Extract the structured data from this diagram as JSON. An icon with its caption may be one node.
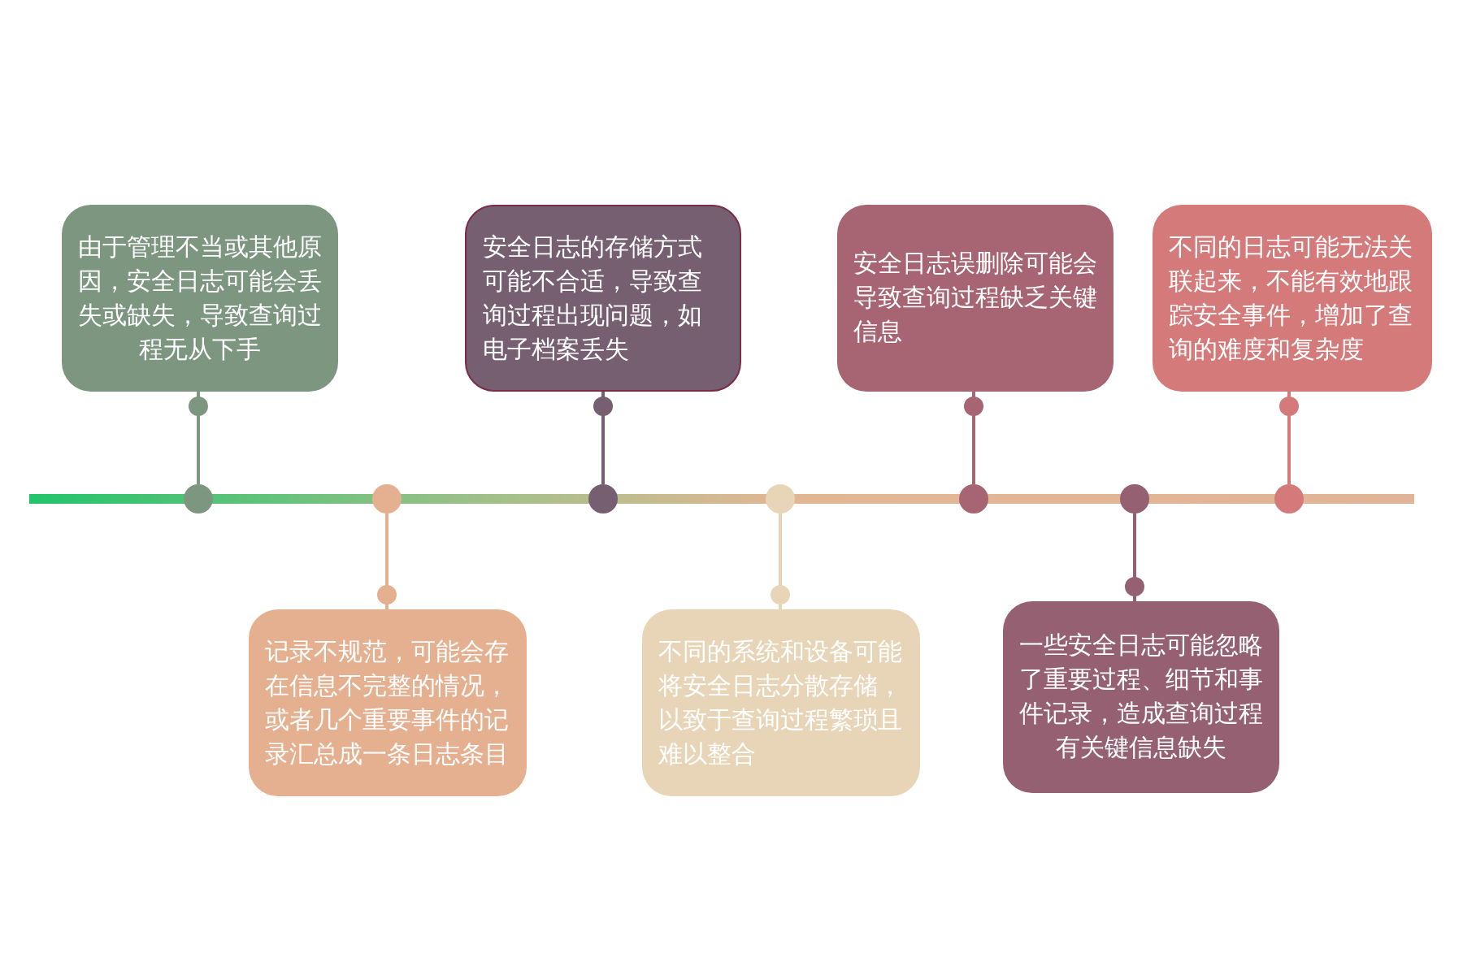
{
  "diagram": {
    "nodes": [
      {
        "text": [
          "由于管理不当或其他原因，安全日志可能会丢失或缺失，导致查询过程无从下手"
        ]
      },
      {
        "text": [
          "记录不规范，可能会存在信息不完整的情况，或者几个重要事件的记录汇总成一条日志条目"
        ]
      },
      {
        "text": [
          "安全日志的存储方式可能不合适，导致查询过程出现问题，如电子档案丢失"
        ]
      },
      {
        "text": [
          "不同的系统和设备可能将安全日志分散存储，以致于查询过程繁琐且难以整合"
        ]
      },
      {
        "text": [
          "安全日志误删除可能会导致查询过程缺乏关键信息"
        ]
      },
      {
        "text": [
          "一些安全日志可能忽略了重要过程、细节和事件记录，造成查询过程有关键信息缺失"
        ]
      },
      {
        "text": [
          "不同的日志可能无法关联起来，不能有效地跟踪安全事件，增加了查询的难度和复杂度"
        ]
      },
      {
        "text": [],
        "shape": "circle"
      },
      {
        "text": [],
        "shape": "circle"
      },
      {
        "text": [],
        "shape": "circle"
      },
      {
        "text": [],
        "shape": "circle"
      },
      {
        "text": [],
        "shape": "circle"
      },
      {
        "text": [],
        "shape": "circle"
      },
      {
        "text": [],
        "shape": "circle"
      }
    ],
    "edges": [
      {
        "from": 0,
        "to": 7,
        "arrow": "other",
        "color": "#7d9680"
      },
      {
        "from": 1,
        "to": 8,
        "arrow": "other",
        "color": "#e4b090"
      },
      {
        "from": 2,
        "to": 9,
        "arrow": "other",
        "color": "#765f70"
      },
      {
        "from": 3,
        "to": 10,
        "arrow": "other",
        "color": "#e8d5b8"
      },
      {
        "from": 4,
        "to": 11,
        "arrow": "other",
        "color": "#a76472"
      },
      {
        "from": 5,
        "to": 12,
        "arrow": "other",
        "color": "#946072"
      },
      {
        "from": 6,
        "to": 13,
        "arrow": "other",
        "color": "#d47a7a"
      }
    ]
  }
}
